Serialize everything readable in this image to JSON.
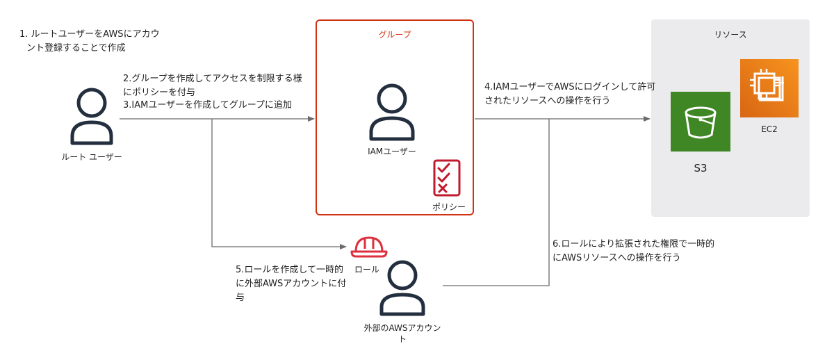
{
  "steps": {
    "step1": [
      "1. ルートユーザーをAWSにアカウ",
      "ント登録することで作成"
    ],
    "step2": [
      "2.グループを作成してアクセスを制限する様",
      "にポリシーを付与"
    ],
    "step3": "3.IAMユーザーを作成してグループに追加",
    "step4": [
      "4.IAMユーザーでAWSにログインして許可",
      "されたリソースへの操作を行う"
    ],
    "step5": [
      "5.ロールを作成して一時的",
      "に外部AWSアカウントに付",
      "与"
    ],
    "step6": [
      "6.ロールにより拡張された権限で一時的",
      "にAWSリソースへの操作を行う"
    ]
  },
  "nodes": {
    "root_user": "ルート ユーザー",
    "group_title": "グループ",
    "iam_user": "IAMユーザー",
    "policy": "ポリシー",
    "role": "ロール",
    "external_account": [
      "外部のAWSアカウン",
      "ト"
    ],
    "resources_title": "リソース",
    "s3": "S3",
    "ec2": "EC2"
  },
  "colors": {
    "group_border": "#d13212",
    "group_title": "#d13212",
    "resource_bg": "#ebebee",
    "s3_fill": "#3f8624",
    "ec2_fill_top": "#f7931e",
    "ec2_fill_bottom": "#d86613",
    "policy_icon": "#bf1b2c",
    "role_icon": "#dd2f3d",
    "person_icon": "#232f3e",
    "connector": "#6b6b6b"
  },
  "icons": {
    "person": "user-icon",
    "policy": "checklist-icon",
    "role": "hardhat-icon",
    "s3": "bucket-icon",
    "ec2": "chip-icon"
  }
}
